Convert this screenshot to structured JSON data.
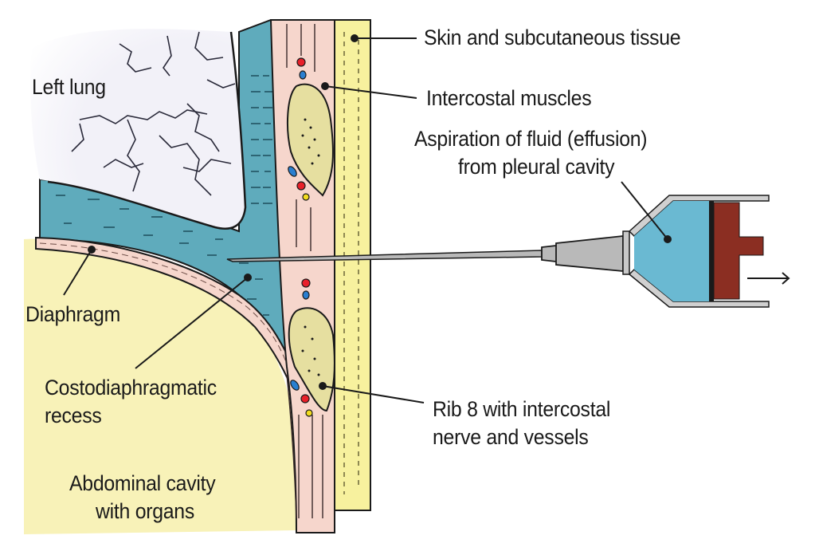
{
  "figure": {
    "subject": "Pleural aspiration (thoracentesis) through the chest wall into the costodiaphragmatic recess",
    "labels": {
      "skin": "Skin and subcutaneous tissue",
      "intercostal_muscles": "Intercostal muscles",
      "aspiration_line1": "Aspiration of fluid (effusion)",
      "aspiration_line2": "from pleural cavity",
      "left_lung": "Left lung",
      "diaphragm": "Diaphragm",
      "recess_line1": "Costodiaphragmatic",
      "recess_line2": "recess",
      "rib_line1": "Rib 8 with intercostal",
      "rib_line2": "nerve and vessels",
      "abdomen_line1": "Abdominal cavity",
      "abdomen_line2": "with organs"
    },
    "structures": [
      "left-lung",
      "pleural-fluid",
      "diaphragm",
      "abdominal-cavity",
      "intercostal-muscle-layer",
      "skin-layer",
      "rib-7",
      "rib-8",
      "intercostal-vessels",
      "needle",
      "syringe",
      "plunger",
      "pull-arrow"
    ],
    "colors": {
      "lung": "#f2f1f8",
      "fluid": "#5fabbc",
      "muscle": "#f6d6cc",
      "skin": "#f7f19e",
      "abdomen": "#f8f2b8",
      "bone": "#e6dfa0",
      "artery": "#e8202a",
      "vein": "#2a7fd0",
      "nerve": "#f2dc1e",
      "needle": "#b9b9b9",
      "syringe_fluid": "#6ab9d2",
      "plunger": "#8b2e22",
      "outline": "#1a1a1a"
    }
  }
}
